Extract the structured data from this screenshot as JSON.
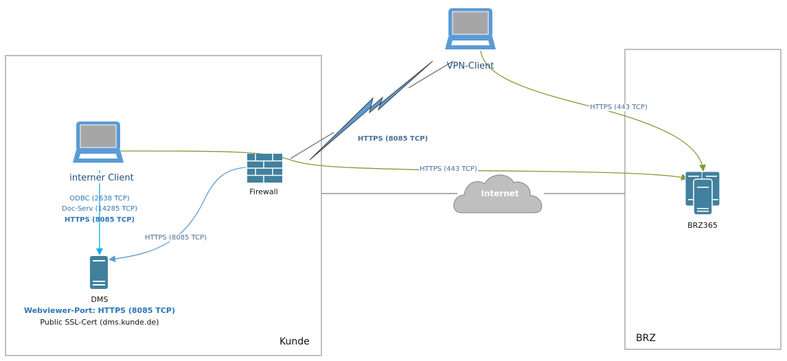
{
  "zones": {
    "customer": {
      "label": "Kunde"
    },
    "datacenter": {
      "label": "BRZ"
    }
  },
  "nodes": {
    "internal_client": {
      "label": "interner Client",
      "icon": "laptop-icon"
    },
    "vpn_client": {
      "label": "VPN-Client",
      "icon": "laptop-icon"
    },
    "firewall": {
      "label": "Firewall",
      "icon": "firewall-icon"
    },
    "internet": {
      "label": "Internet",
      "icon": "cloud-icon"
    },
    "dms": {
      "label": "DMS",
      "port_line": "Webviewer-Port: HTTPS (8085 TCP)",
      "cert_line": "Public SSL-Cert (dms.kunde.de)",
      "icon": "server-icon"
    },
    "brz365": {
      "label": "BRZ365",
      "icon": "server-cluster-icon"
    }
  },
  "connections": {
    "client_to_dms": [
      "ODBC (2638 TCP)",
      "Doc-Serv (14285 TCP)",
      "HTTPS (8085 TCP)"
    ],
    "firewall_to_dms": "HTTPS (8085 TCP)",
    "vpn_tunnel": "HTTPS (8085 TCP)",
    "client_to_brz": "HTTPS (443 TCP)",
    "vpn_to_brz": "HTTPS (443 TCP)"
  },
  "colors": {
    "laptop": "#5b9bd5",
    "screen": "#a6a6a6",
    "server": "#41809e",
    "green_line": "#7f9c36",
    "blue_line": "#5b9bd5",
    "cyan_arrow": "#00b0f0",
    "cloud": "#bfbfbf",
    "zone_border": "#bfbfbf"
  }
}
